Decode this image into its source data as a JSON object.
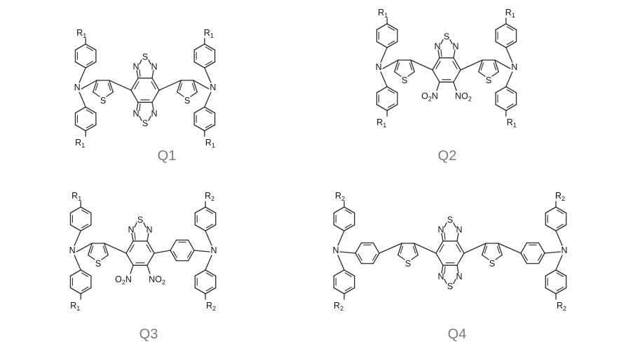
{
  "molecules": [
    {
      "id": "Q1",
      "label": "Q1",
      "R_left_top": "R1",
      "R_left_bottom": "R1",
      "R_right_top": "R1",
      "R_right_bottom": "R1",
      "core": "bis-thiadiazole",
      "right_bridge": "thiophene"
    },
    {
      "id": "Q2",
      "label": "Q2",
      "R_left_top": "R1",
      "R_left_bottom": "R1",
      "R_right_top": "R1",
      "R_right_bottom": "R1",
      "core": "dinitro",
      "right_bridge": "thiophene"
    },
    {
      "id": "Q3",
      "label": "Q3",
      "R_left_top": "R1",
      "R_left_bottom": "R1",
      "R_right_top": "R2",
      "R_right_bottom": "R2",
      "core": "dinitro",
      "right_bridge": "phenyl"
    },
    {
      "id": "Q4",
      "label": "Q4",
      "R_left_top": "R2",
      "R_left_bottom": "R2",
      "R_right_top": "R2",
      "R_right_bottom": "R2",
      "core": "bis-thiadiazole",
      "right_bridge": "thiophene",
      "extended": true
    }
  ],
  "atoms": {
    "N": "N",
    "S": "S",
    "O": "O",
    "nitro": "NO2"
  }
}
